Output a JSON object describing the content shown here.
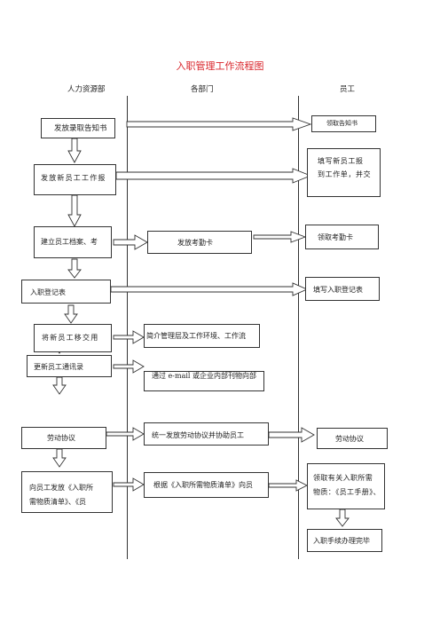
{
  "title": "入职管理工作流程图",
  "lanes": {
    "hr": "人力资源部",
    "dept": "各部门",
    "employee": "员工"
  },
  "hr_steps": [
    "发放录取告知书",
    "发放新员工工作报",
    "建立员工档案、考",
    "入职登记表",
    "将新员工移交用",
    "更新员工通讯录",
    "劳动协议",
    "向员工发放《入职所\n需物质清单》、《员"
  ],
  "dept_steps": [
    "发放考勤卡",
    "简介管理层及工作环境、工作流",
    "通过 e-mail 或企业内部刊物向部",
    "统一发放劳动协议并协助员工",
    "根据《入职所需物质清单》向员"
  ],
  "employee_steps": [
    "领取告知书",
    "填写新员工报\n到工作单，并交",
    "领取考勤卡",
    "填写入职登记表",
    "劳动协议",
    "领取有关入职所需\n物质：《员工手册》、",
    "入职手续办理完毕"
  ]
}
